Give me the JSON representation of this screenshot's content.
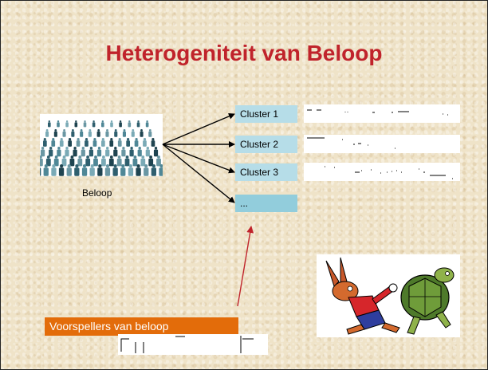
{
  "slide": {
    "title": "Heterogeniteit van Beloop",
    "population_label": "Beloop",
    "clusters": [
      {
        "label": "Cluster 1"
      },
      {
        "label": "Cluster 2"
      },
      {
        "label": "Cluster 3"
      },
      {
        "label": "..."
      }
    ],
    "predictor_label": "Voorspellers van beloop"
  },
  "colors": {
    "title": "#c0232b",
    "cluster_box": "#b6dde8",
    "predictor_box": "#e36c0a",
    "background": "#efe3c8"
  },
  "icons": {
    "crowd": "people-crowd-image",
    "cartoon": "hare-and-tortoise-cartoon"
  }
}
